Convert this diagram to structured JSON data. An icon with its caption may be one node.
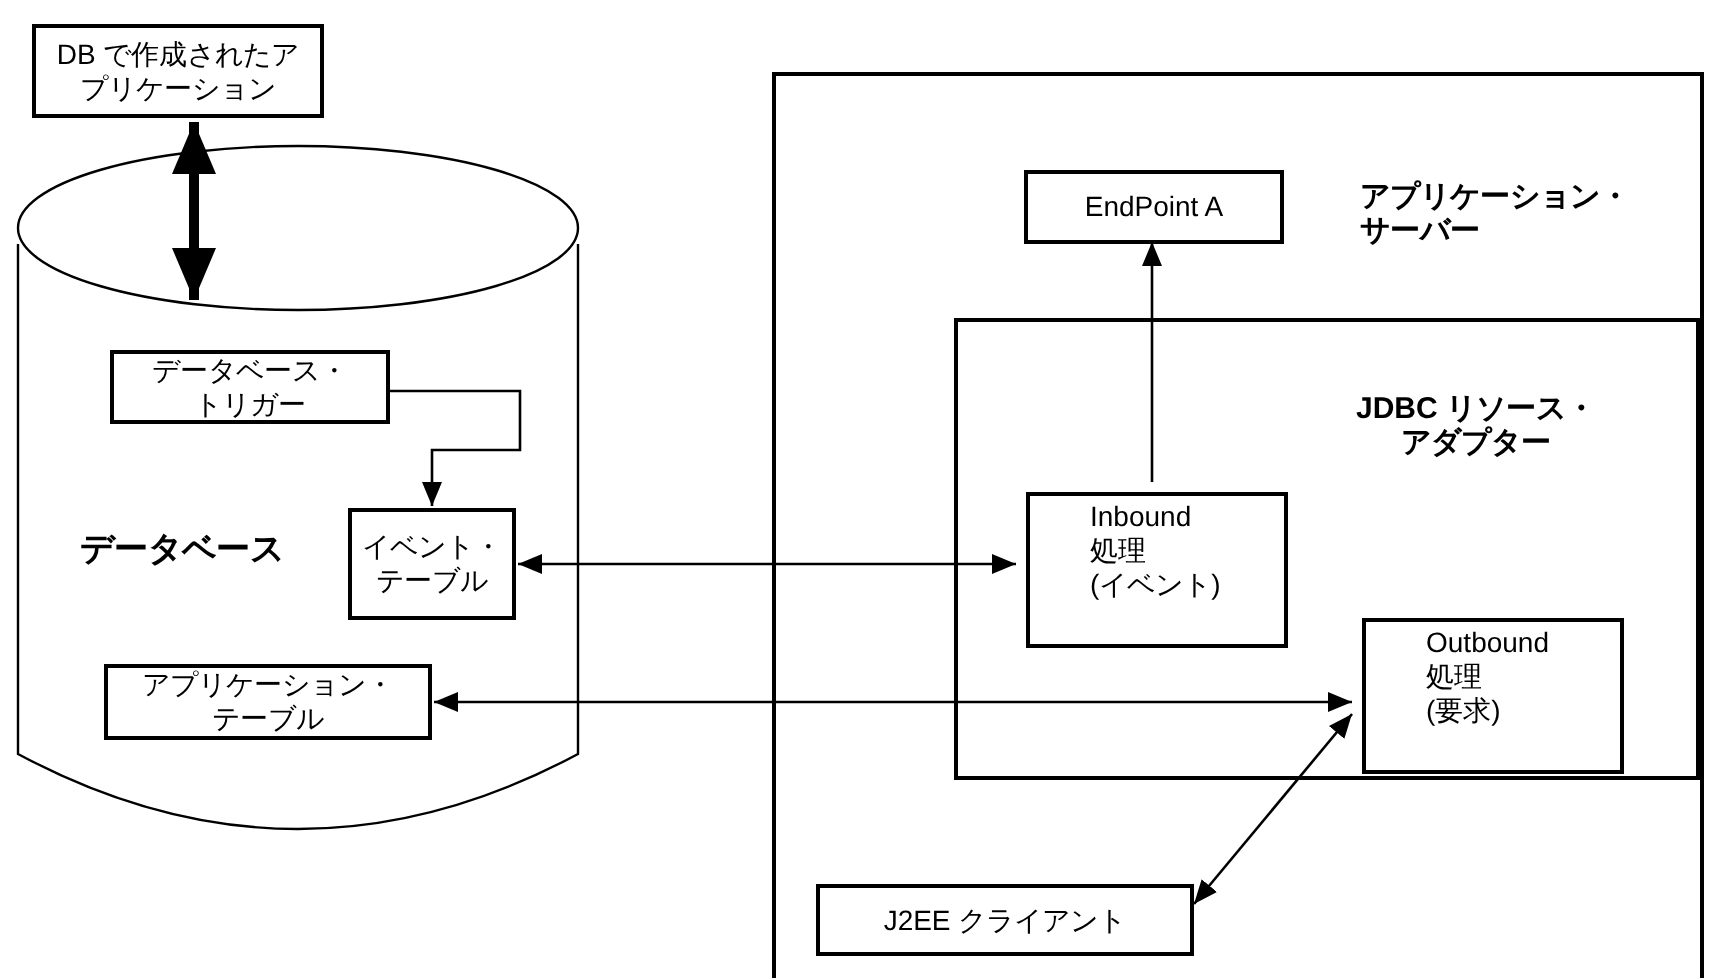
{
  "diagram": {
    "nodes": [
      {
        "text": [
          "DB で作成されたアプリケーション"
        ]
      },
      {
        "text": [
          "データベース"
        ]
      },
      {
        "text": [
          "データベース・トリガー"
        ],
        "in": 1
      },
      {
        "text": [
          "イベント・テーブル"
        ],
        "in": 1
      },
      {
        "text": [
          "アプリケーション・テーブル"
        ],
        "in": 1
      },
      {
        "text": [
          "アプリケーション・サーバー"
        ]
      },
      {
        "text": [
          "EndPoint A"
        ],
        "in": 5
      },
      {
        "text": [
          "JDBC リソース・アダプター"
        ],
        "in": 5
      },
      {
        "text": [
          "Inbound 処理 (イベント)"
        ],
        "in": 7
      },
      {
        "text": [
          "Outbound 処理 (要求)"
        ],
        "in": 7
      },
      {
        "text": [
          "J2EE クライアント"
        ],
        "in": 5
      }
    ],
    "edges": [
      {
        "from": 0,
        "to": 1,
        "arrow": "both",
        "style": "thick"
      },
      {
        "from": 2,
        "to": 3,
        "arrow": "to"
      },
      {
        "from": 3,
        "to": 8,
        "arrow": "both"
      },
      {
        "from": 4,
        "to": 9,
        "arrow": "both"
      },
      {
        "from": 8,
        "to": 6,
        "arrow": "to"
      },
      {
        "from": 10,
        "to": 9,
        "arrow": "both"
      }
    ]
  }
}
